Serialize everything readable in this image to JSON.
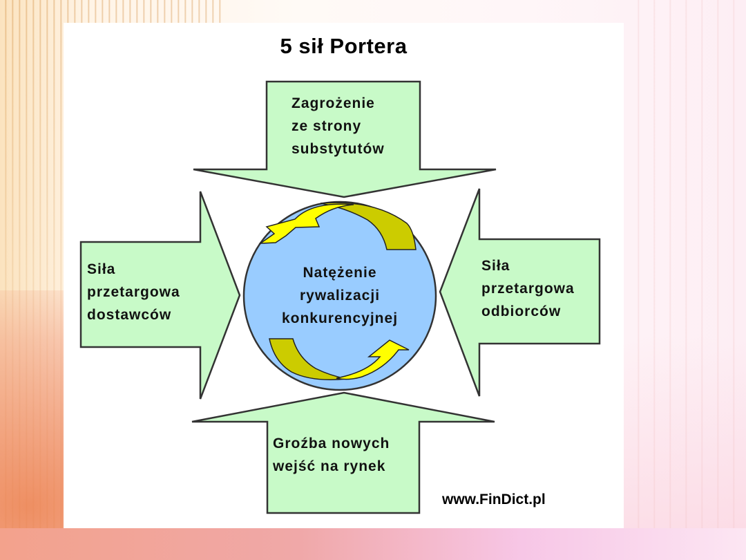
{
  "slide": {
    "title": "5 sił Portera",
    "watermark": "www.FinDict.pl"
  },
  "colors": {
    "arrow_fill": "#c8fac8",
    "arrow_stroke": "#333333",
    "circle_fill": "#99ccff",
    "cycle_arrow_light": "#ffff00",
    "cycle_arrow_dark": "#cccc00"
  },
  "forces": {
    "top": {
      "lines": [
        "Zagrożenie",
        "ze strony",
        "substytutów"
      ],
      "direction": "down"
    },
    "left": {
      "lines": [
        "Siła",
        "przetargowa",
        "dostawców"
      ],
      "direction": "right"
    },
    "right": {
      "lines": [
        "Siła",
        "przetargowa",
        "odbiorców"
      ],
      "direction": "left"
    },
    "bottom": {
      "lines": [
        "Groźba nowych",
        "wejść na rynek"
      ],
      "direction": "up"
    },
    "center": {
      "lines": [
        "Natężenie",
        "rywalizacji",
        "konkurencyjnej"
      ]
    }
  }
}
